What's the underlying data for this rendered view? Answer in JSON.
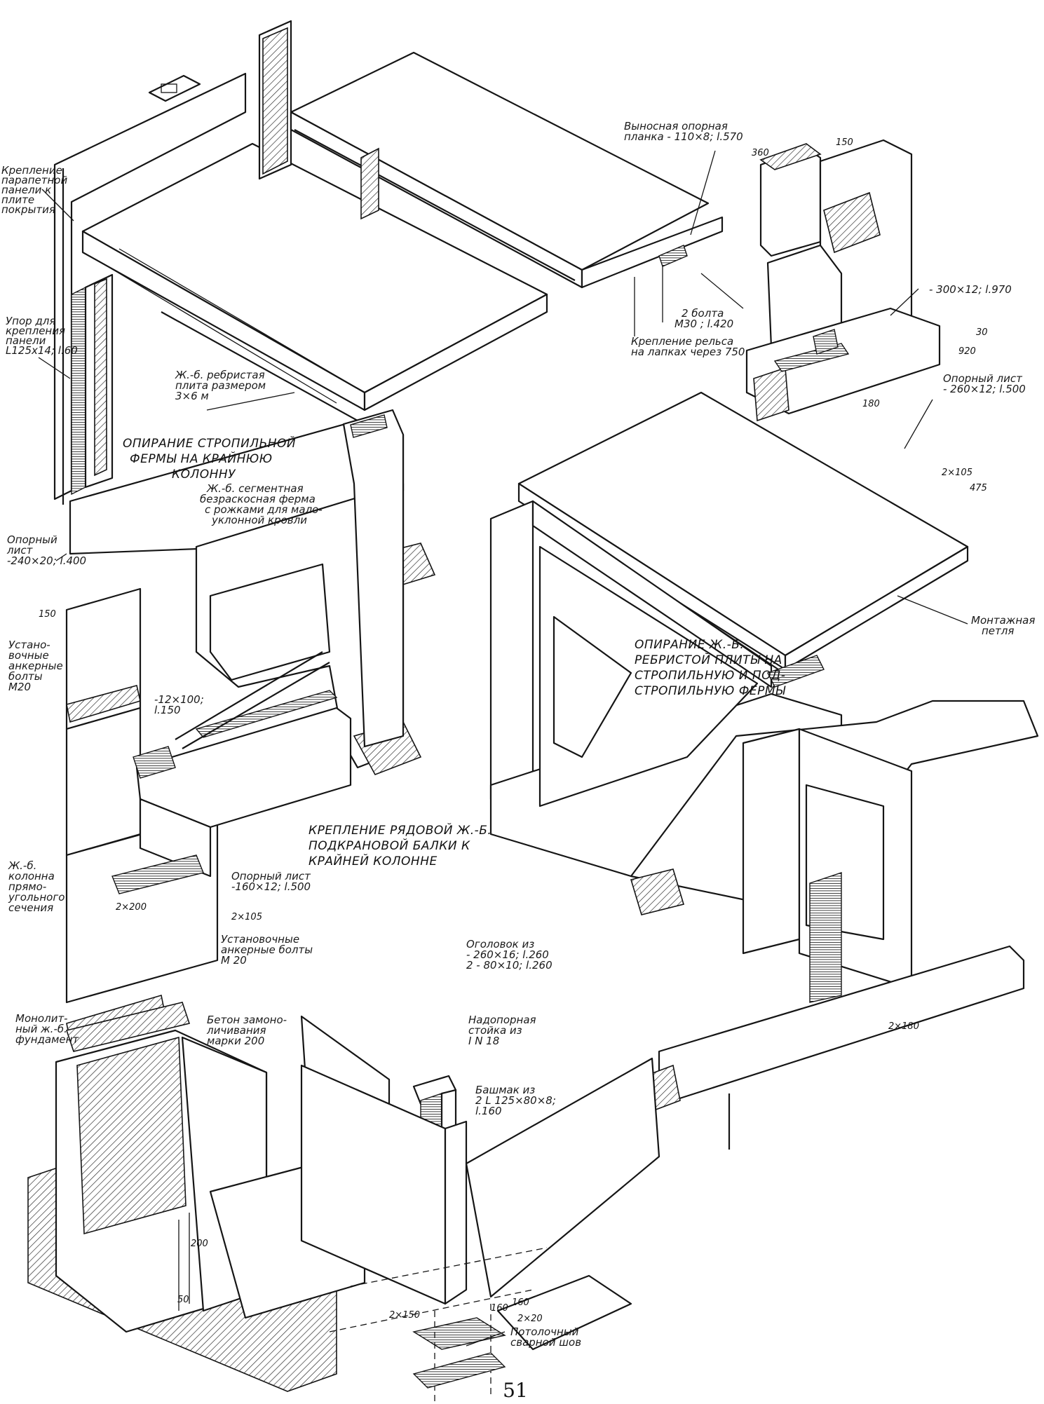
{
  "page_number": "51",
  "captions": {
    "truss_on_column": [
      "ОПИРАНИЕ СТРОПИЛЬНОЙ",
      "ФЕРМЫ НА КРАЙНЮЮ",
      "КОЛОННУ"
    ],
    "slab_on_trusses": [
      "ОПИРАНИЕ Ж.-Б.",
      "РЕБРИСТОЙ ПЛИТЫ НА",
      "СТРОПИЛЬНУЮ И ПОД-",
      "СТРОПИЛЬНУЮ ФЕРМЫ"
    ],
    "crane_beam": [
      "КРЕПЛЕНИЕ РЯДОВОЙ Ж.-Б.",
      "ПОДКРАНОВОЙ БАЛКИ К",
      "КРАЙНЕЙ КОЛОННЕ"
    ]
  },
  "labels": {
    "parapet": [
      "Крепление",
      "парапетной",
      "панели к",
      "плите",
      "покрытия"
    ],
    "stop": [
      "Упор для",
      "крепления",
      "панели",
      "L125x14; l.60"
    ],
    "ribbed_slab": [
      "Ж.-б. ребристая",
      "плита размером",
      "3×6 м"
    ],
    "segment_truss": [
      "Ж.-б. сегментная",
      "безраскосная ферма",
      "с рожками для мало-",
      "уклонной кровли"
    ],
    "bearing_240": [
      "Опорный",
      "лист",
      "-240×20; l.400"
    ],
    "anchor_m20_a": [
      "Устано-",
      "вочные",
      "анкерные",
      "болты",
      "М20"
    ],
    "plate_12x100": [
      "-12×100;",
      "l.150"
    ],
    "rect_column": [
      "Ж.-б.",
      "колонна",
      "прямо-",
      "угольного",
      "сечения"
    ],
    "bearing_160": [
      "Опорный лист",
      "-160×12; l.500"
    ],
    "anchor_m20_b": [
      "Установочные",
      "анкерные болты",
      "М 20"
    ],
    "foundation": [
      "Монолит-",
      "ный ж.-б.",
      "фундамент"
    ],
    "grout": [
      "Бетон замоно-",
      "личивания",
      "марки 200"
    ],
    "cap_plate": [
      "Оголовок из",
      "- 260×16; l.260",
      "2 - 80×10; l.260"
    ],
    "post": [
      "Надопорная",
      "стойка из",
      "I N 18"
    ],
    "shoe": [
      "Башмак из",
      "2 L 125×80×8;",
      "l.160"
    ],
    "overhead_weld": [
      "Потолочный",
      "сварной шов"
    ],
    "ext_plate": [
      "Выносная опорная",
      "планка - 110×8; l.570"
    ],
    "bolts_m30": [
      "2 болта",
      "М30 ; l.420"
    ],
    "rail_fix": [
      "Крепление рельса",
      "на лапках через 750"
    ],
    "plate_300": "- 300×12; l.970",
    "bearing_260": [
      "Опорный лист",
      "- 260×12; l.500"
    ],
    "lifting_loop": [
      "Монтажная",
      "петля"
    ]
  },
  "dims": {
    "d360": "360",
    "d150a": "150",
    "d30": "30",
    "d920": "920",
    "d180a": "180",
    "d2x105a": "2×105",
    "d475": "475",
    "d150b": "150",
    "d2x200": "2×200",
    "d2x105b": "2×105",
    "d2x180": "2×180",
    "d2x150": "2×150",
    "d160a": "160",
    "d160b": "160",
    "d2x20": "2×20",
    "d50": "50",
    "d200": "200"
  }
}
